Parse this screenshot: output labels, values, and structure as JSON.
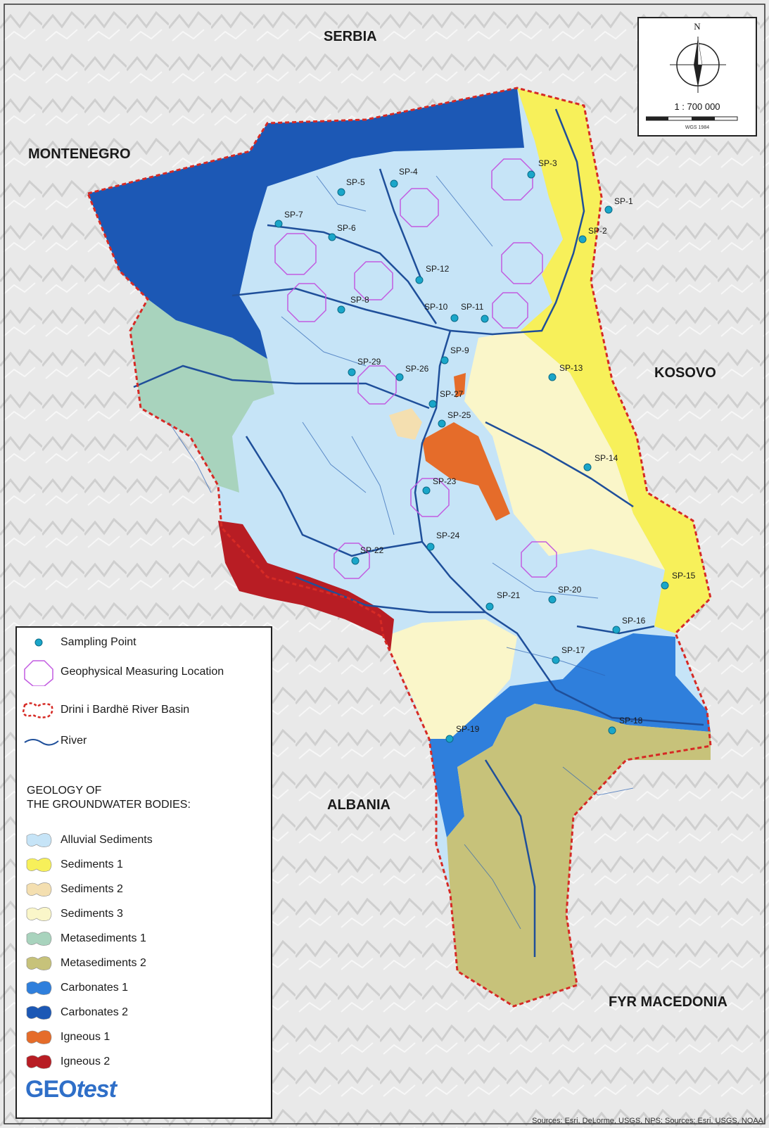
{
  "countries": {
    "serbia": "SERBIA",
    "montenegro": "MONTENEGRO",
    "kosovo": "KOSOVO",
    "albania": "ALBANIA",
    "macedonia": "FYR MACEDONIA"
  },
  "sampling_points": [
    "SP-1",
    "SP-2",
    "SP-3",
    "SP-4",
    "SP-5",
    "SP-6",
    "SP-7",
    "SP-8",
    "SP-9",
    "SP-10",
    "SP-11",
    "SP-12",
    "SP-13",
    "SP-14",
    "SP-15",
    "SP-16",
    "SP-17",
    "SP-18",
    "SP-19",
    "SP-20",
    "SP-21",
    "SP-22",
    "SP-23",
    "SP-24",
    "SP-25",
    "SP-26",
    "SP-27",
    "SP-29"
  ],
  "legend": {
    "sampling_point": "Sampling Point",
    "geophysical": "Geophysical Measuring Location",
    "basin": "Drini i Bardhë River Basin",
    "river": "River",
    "geology_title_1": "GEOLOGY OF",
    "geology_title_2": "THE GROUNDWATER BODIES:",
    "units": [
      {
        "label": "Alluvial Sediments",
        "color": "#c6e4f7"
      },
      {
        "label": "Sediments 1",
        "color": "#f7f05a"
      },
      {
        "label": "Sediments 2",
        "color": "#f4dfb0"
      },
      {
        "label": "Sediments 3",
        "color": "#faf6c9"
      },
      {
        "label": "Metasediments 1",
        "color": "#a8d3bd"
      },
      {
        "label": "Metasediments 2",
        "color": "#c7c27a"
      },
      {
        "label": "Carbonates 1",
        "color": "#2f7fdc"
      },
      {
        "label": "Carbonates 2",
        "color": "#1c58b5"
      },
      {
        "label": "Igneous 1",
        "color": "#e56c2a"
      },
      {
        "label": "Igneous 2",
        "color": "#b81d24"
      }
    ]
  },
  "north_arrow": {
    "letter": "N",
    "scale": "1 : 700 000",
    "datum": "WGS 1984"
  },
  "logo": {
    "prefix": "GEO",
    "suffix": "test"
  },
  "credits": "Sources: Esri, DeLorme, USGS, NPS; Sources: Esri, USGS, NOAA",
  "colors": {
    "basin_border": "#d62a25",
    "river": "#1f4f9a",
    "point": "#1aa6c9",
    "octagon": "#c25be0"
  }
}
